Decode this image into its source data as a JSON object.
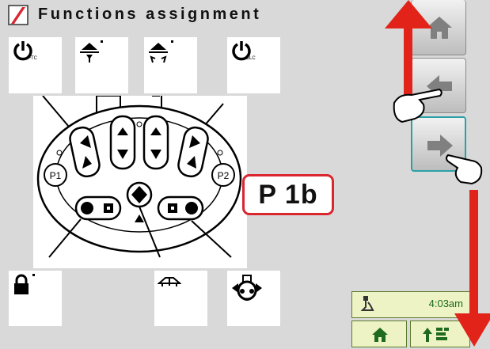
{
  "header": {
    "title": "Functions assignment",
    "logo_icon": "red-slash-logo-icon"
  },
  "slots": {
    "top": [
      {
        "icon": "power-ptc-icon",
        "sub": "PTC"
      },
      {
        "icon": "hitch-up-down-icon",
        "sub": ""
      },
      {
        "icon": "hitch-float-icon",
        "sub": ""
      },
      {
        "icon": "power-blc-icon",
        "sub": "BLC"
      }
    ],
    "bottom": [
      {
        "icon": "lock-icon"
      },
      {
        "icon": "empty"
      },
      {
        "icon": "boom-icon"
      },
      {
        "icon": "tractor-steer-icon"
      }
    ]
  },
  "joystick": {
    "labels": {
      "p1": "P1",
      "p2": "P2"
    }
  },
  "badge": {
    "text": "P 1b"
  },
  "nav": {
    "home_icon": "house-icon",
    "back_icon": "arrow-left-icon",
    "next_icon": "arrow-right-icon"
  },
  "status": {
    "time": "4:03am",
    "icon": "joystick-hand-icon"
  },
  "bottom_buttons": {
    "home_icon": "house-icon",
    "menu_icon": "up-arrow-bars-icon"
  },
  "colors": {
    "accent_red": "#d9262f",
    "status_green": "#186a17",
    "teal": "#2aa1a6"
  }
}
